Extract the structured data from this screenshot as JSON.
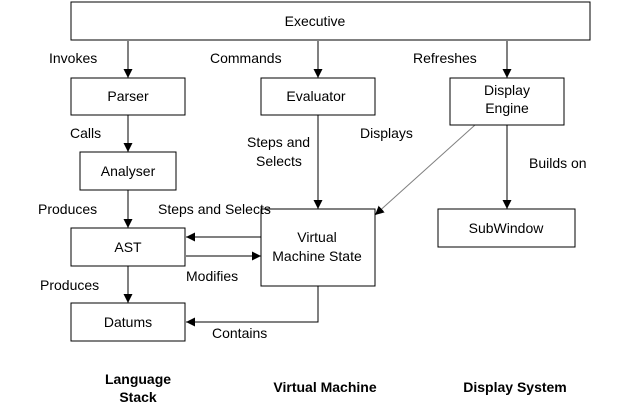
{
  "nodes": {
    "executive": "Executive",
    "parser": "Parser",
    "evaluator": "Evaluator",
    "display_engine": [
      "Display",
      "Engine"
    ],
    "analyser": "Analyser",
    "ast": "AST",
    "vm_state": [
      "Virtual",
      "Machine State"
    ],
    "subwindow": "SubWindow",
    "datums": "Datums"
  },
  "edges": {
    "invokes": "Invokes",
    "commands": "Commands",
    "refreshes": "Refreshes",
    "calls": "Calls",
    "steps_selects_1": "Steps and",
    "steps_selects_2": "Selects",
    "displays": "Displays",
    "builds_on": "Builds on",
    "produces_1": "Produces",
    "steps_and_selects": "Steps and Selects",
    "modifies": "Modifies",
    "produces_2": "Produces",
    "contains": "Contains"
  },
  "columns": {
    "language_stack": [
      "Language",
      "Stack"
    ],
    "virtual_machine": "Virtual Machine",
    "display_system": "Display System"
  }
}
